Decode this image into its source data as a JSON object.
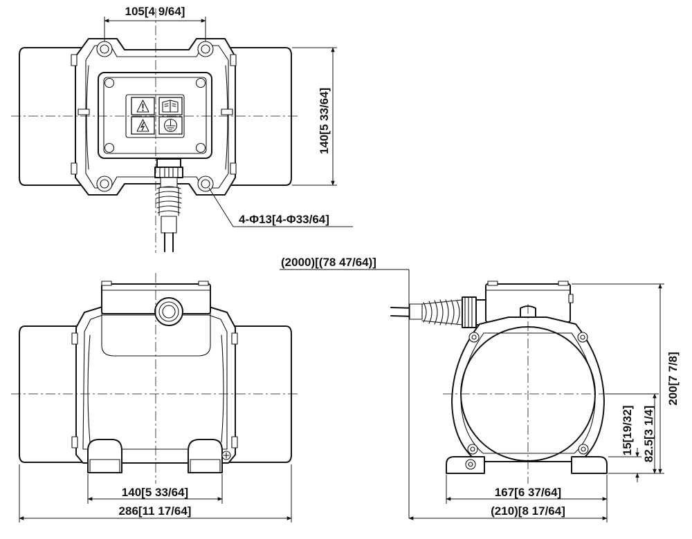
{
  "dimensions": {
    "top_hole_spacing": "105[4 9/64]",
    "top_height": "140[5 33/64]",
    "holes": "4-Φ13[4-Φ33/64]",
    "cable_length": "(2000)[(78 47/64)]",
    "front_foot_span": "140[5 33/64]",
    "front_total_width": "286[11 17/64]",
    "side_height": "200[7 7/8]",
    "side_center_height": "82.5[3 1/4]",
    "side_foot_height": "15[19/32]",
    "side_foot_span": "167[6 37/64]",
    "side_total_width": "(210)[8 17/64]"
  },
  "icons": [
    "warning-icon",
    "manual-book-icon",
    "electric-shock-icon",
    "ground-icon"
  ]
}
